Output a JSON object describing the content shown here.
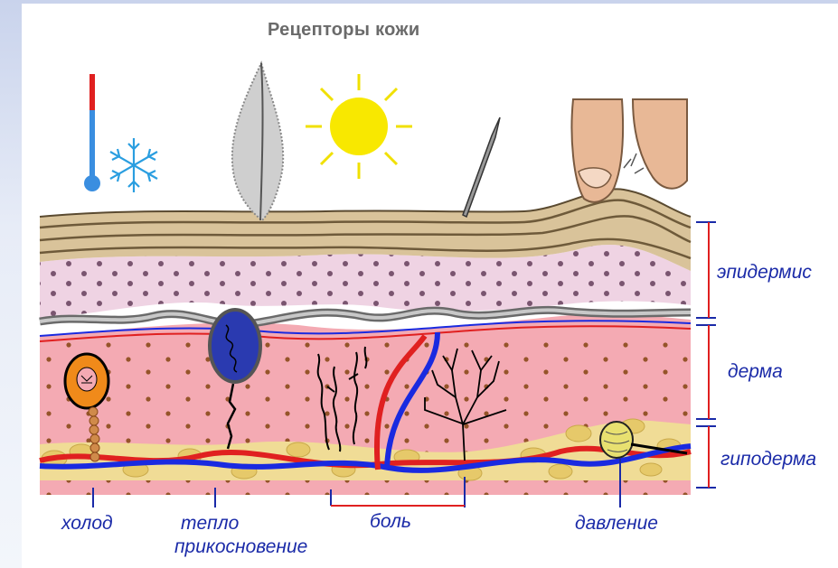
{
  "title": "Рецепторы кожи",
  "layers": {
    "epidermis": "эпидермис",
    "dermis": "дерма",
    "hypodermis": "гиподерма"
  },
  "receptors": {
    "cold": "холод",
    "warm": "тепло",
    "touch": "прикосновение",
    "pain": "боль",
    "pressure": "давление"
  },
  "colors": {
    "layer_label": "#1a2aa8",
    "blood_red": "#e02020",
    "blood_blue": "#1a2ae0",
    "bracket": "#e02020"
  },
  "icons": [
    "thermometer-icon",
    "snowflake-icon",
    "feather-icon",
    "sun-icon",
    "needle-icon",
    "finger-icon"
  ]
}
